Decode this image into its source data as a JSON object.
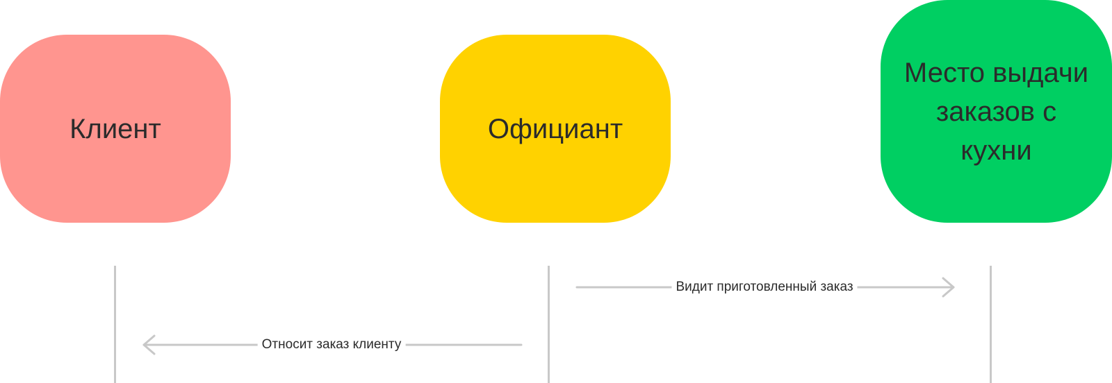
{
  "actors": {
    "client": {
      "label": "Клиент",
      "color": "#ff958f"
    },
    "waiter": {
      "label": "Официант",
      "color": "#ffd200"
    },
    "kitchen": {
      "label": "Место выдачи заказов с кухни",
      "color": "#00cf62"
    }
  },
  "messages": [
    {
      "from": "waiter",
      "to": "kitchen",
      "label": "Видит приготовленный заказ"
    },
    {
      "from": "waiter",
      "to": "client",
      "label": "Относит заказ клиенту"
    }
  ],
  "colors": {
    "line": "#c8c8c8",
    "text": "#2b2b2b"
  }
}
